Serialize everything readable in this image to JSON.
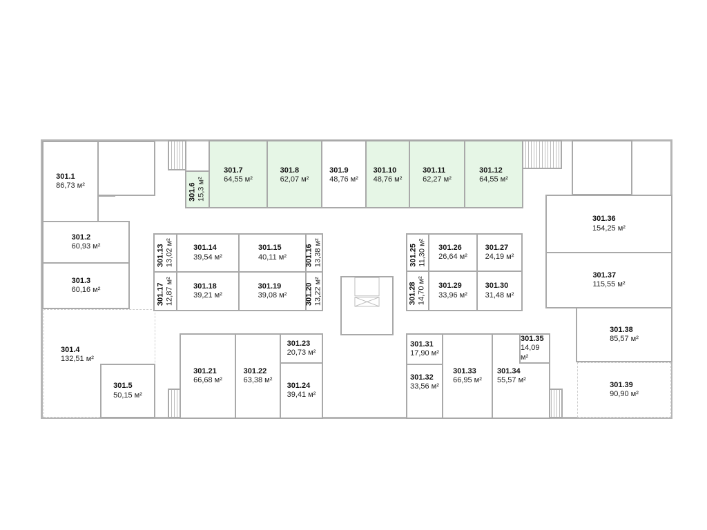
{
  "colors": {
    "available": "#e6f6e6",
    "wall": "#a9a9a9"
  },
  "rooms": {
    "r1": {
      "number": "301.1",
      "area": "86,73 м²"
    },
    "r2": {
      "number": "301.2",
      "area": "60,93 м²"
    },
    "r3": {
      "number": "301.3",
      "area": "60,16 м²"
    },
    "r4": {
      "number": "301.4",
      "area": "132,51 м²"
    },
    "r5": {
      "number": "301.5",
      "area": "50,15 м²"
    },
    "r6": {
      "number": "301.6",
      "area": "15,3 м²",
      "available": true
    },
    "r7": {
      "number": "301.7",
      "area": "64,55 м²",
      "available": true
    },
    "r8": {
      "number": "301.8",
      "area": "62,07 м²",
      "available": true
    },
    "r9": {
      "number": "301.9",
      "area": "48,76 м²"
    },
    "r10": {
      "number": "301.10",
      "area": "48,76 м²",
      "available": true
    },
    "r11": {
      "number": "301.11",
      "area": "62,27 м²",
      "available": true
    },
    "r12": {
      "number": "301.12",
      "area": "64,55 м²",
      "available": true
    },
    "r13": {
      "number": "301.13",
      "area": "13,02 м²"
    },
    "r14": {
      "number": "301.14",
      "area": "39,54 м²"
    },
    "r15": {
      "number": "301.15",
      "area": "40,11 м²"
    },
    "r16": {
      "number": "301.16",
      "area": "13,38 м²"
    },
    "r17": {
      "number": "301.17",
      "area": "12,87 м²"
    },
    "r18": {
      "number": "301.18",
      "area": "39,21 м²"
    },
    "r19": {
      "number": "301.19",
      "area": "39,08 м²"
    },
    "r20": {
      "number": "301.20",
      "area": "13,22 м²"
    },
    "r21": {
      "number": "301.21",
      "area": "66,68 м²"
    },
    "r22": {
      "number": "301.22",
      "area": "63,38 м²"
    },
    "r23": {
      "number": "301.23",
      "area": "20,73 м²"
    },
    "r24": {
      "number": "301.24",
      "area": "39,41 м²"
    },
    "r25": {
      "number": "301.25",
      "area": "11,30 м²"
    },
    "r26": {
      "number": "301.26",
      "area": "26,64 м²"
    },
    "r27": {
      "number": "301.27",
      "area": "24,19 м²"
    },
    "r28": {
      "number": "301.28",
      "area": "14,70 м²"
    },
    "r29": {
      "number": "301.29",
      "area": "33,96 м²"
    },
    "r30": {
      "number": "301.30",
      "area": "31,48 м²"
    },
    "r31": {
      "number": "301.31",
      "area": "17,90 м²"
    },
    "r32": {
      "number": "301.32",
      "area": "33,56 м²"
    },
    "r33": {
      "number": "301.33",
      "area": "66,95 м²"
    },
    "r34": {
      "number": "301.34",
      "area": "55,57 м²"
    },
    "r35": {
      "number": "301.35",
      "area": "14,09 м²"
    },
    "r36": {
      "number": "301.36",
      "area": "154,25 м²"
    },
    "r37": {
      "number": "301.37",
      "area": "115,55 м²"
    },
    "r38": {
      "number": "301.38",
      "area": "85,57 м²"
    },
    "r39": {
      "number": "301.39",
      "area": "90,90 м²"
    }
  }
}
